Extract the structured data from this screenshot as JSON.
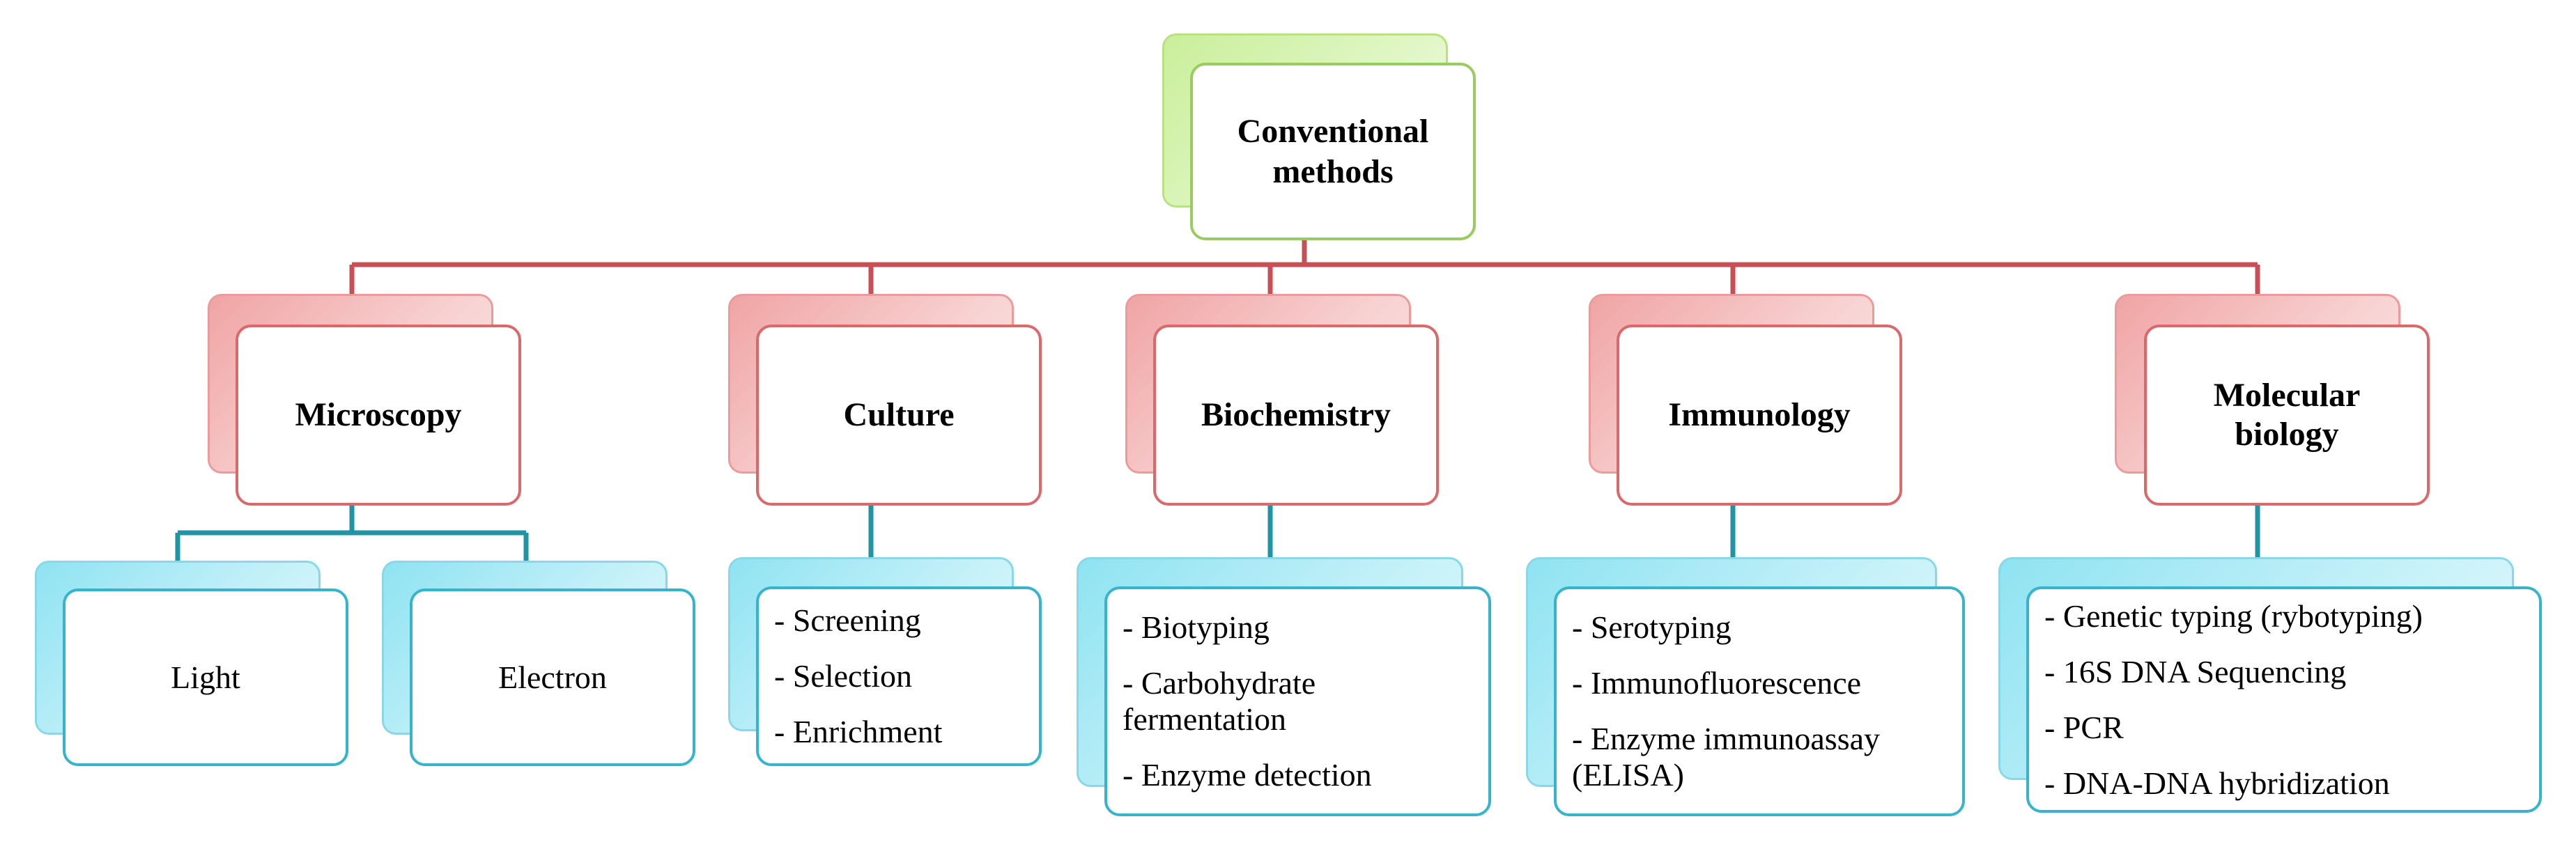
{
  "root": {
    "label": "Conventional methods"
  },
  "categories": [
    {
      "label": "Microscopy",
      "children": [
        {
          "items": [
            "Light"
          ]
        },
        {
          "items": [
            "Electron"
          ]
        }
      ]
    },
    {
      "label": "Culture",
      "children": [
        {
          "items": [
            "- Screening",
            "- Selection",
            "- Enrichment"
          ]
        }
      ]
    },
    {
      "label": "Biochemistry",
      "children": [
        {
          "items": [
            "- Biotyping",
            "- Carbohydrate fermentation",
            "- Enzyme detection"
          ]
        }
      ]
    },
    {
      "label": "Immunology",
      "children": [
        {
          "items": [
            "- Serotyping",
            "- Immunofluorescence",
            "- Enzyme immunoassay (ELISA)"
          ]
        }
      ]
    },
    {
      "label": "Molecular biology",
      "children": [
        {
          "items": [
            "- Genetic typing (rybotyping)",
            "- 16S DNA Sequencing",
            "- PCR",
            "- DNA-DNA hybridization"
          ]
        }
      ]
    }
  ],
  "colors": {
    "root": "#98cc5e",
    "category": "#d9696a",
    "leaf": "#36b4cc"
  }
}
